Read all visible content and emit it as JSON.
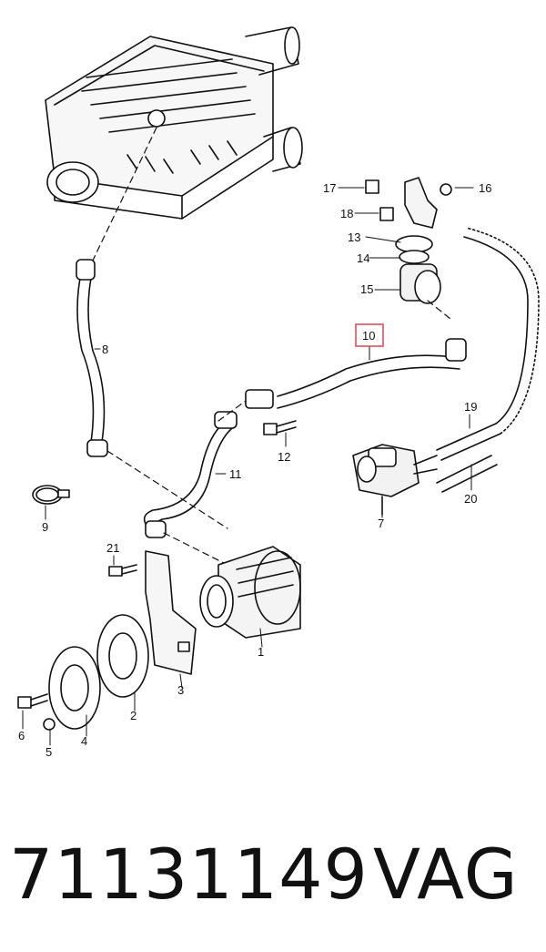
{
  "caption": {
    "part_number": "71131149",
    "brand": "VAG"
  },
  "highlight_color": "#e0505a",
  "callouts": {
    "c1": "1",
    "c2": "2",
    "c3": "3",
    "c4": "4",
    "c5": "5",
    "c6": "6",
    "c7": "7",
    "c8": "8",
    "c9": "9",
    "c10": "10",
    "c11": "11",
    "c12": "12",
    "c13": "13",
    "c14": "14",
    "c15": "15",
    "c16": "16",
    "c17": "17",
    "c18": "18",
    "c19": "19",
    "c20": "20",
    "c21": "21"
  }
}
